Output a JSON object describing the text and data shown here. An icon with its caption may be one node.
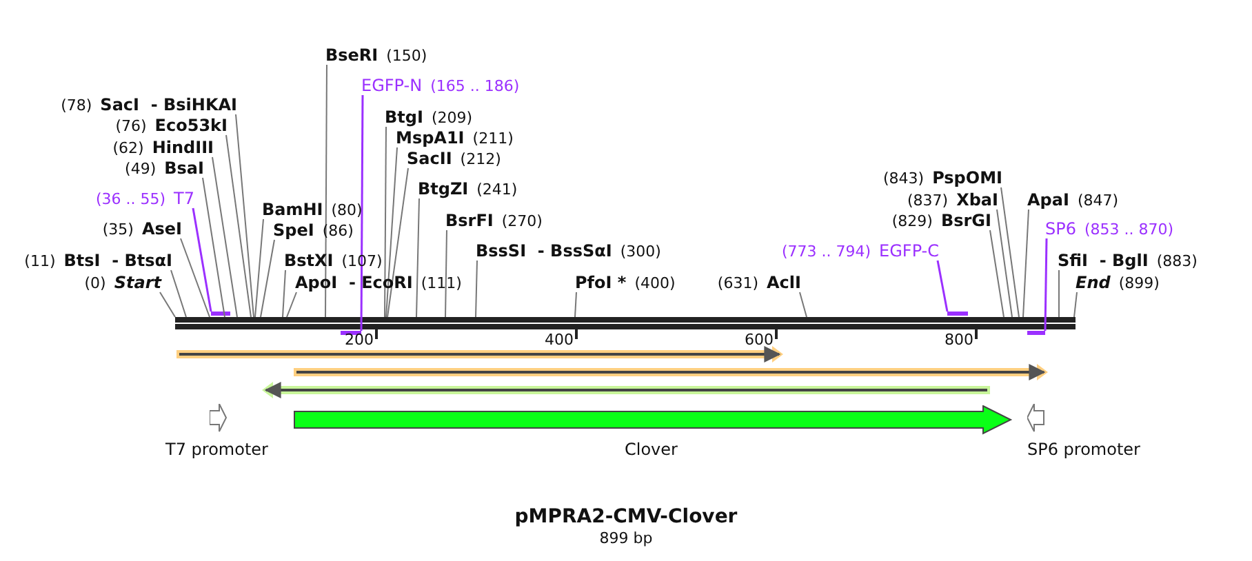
{
  "diagram": {
    "title": "pMPRA2-CMV-Clover",
    "caption": "899 bp",
    "nodes": [
      {
        "text": [
          "BseRI"
        ],
        "beside": [
          "(150)"
        ]
      },
      {
        "text": [
          "EGFP-N"
        ],
        "beside": [
          "(165 .. 186)"
        ]
      },
      {
        "text": [
          "SacI  - BsiHKAI"
        ],
        "beside": [
          "(78)"
        ]
      },
      {
        "text": [
          "Eco53kI"
        ],
        "beside": [
          "(76)"
        ]
      },
      {
        "text": [
          "BtgI"
        ],
        "beside": [
          "(209)"
        ]
      },
      {
        "text": [
          "HindIII"
        ],
        "beside": [
          "(62)"
        ]
      },
      {
        "text": [
          "MspA1I"
        ],
        "beside": [
          "(211)"
        ]
      },
      {
        "text": [
          "SacII"
        ],
        "beside": [
          "(212)"
        ]
      },
      {
        "text": [
          "BsaI"
        ],
        "beside": [
          "(49)"
        ]
      },
      {
        "text": [
          "PspOMI"
        ],
        "beside": [
          "(843)"
        ]
      },
      {
        "text": [
          "BtgZI"
        ],
        "beside": [
          "(241)"
        ]
      },
      {
        "text": [
          "T7"
        ],
        "beside": [
          "(36 .. 55)"
        ]
      },
      {
        "text": [
          "XbaI"
        ],
        "beside": [
          "(837)"
        ]
      },
      {
        "text": [
          "ApaI"
        ],
        "beside": [
          "(847)"
        ]
      },
      {
        "text": [
          "BamHI"
        ],
        "beside": [
          "(80)"
        ]
      },
      {
        "text": [
          "BsrFI"
        ],
        "beside": [
          "(270)"
        ]
      },
      {
        "text": [
          "BsrGI"
        ],
        "beside": [
          "(829)"
        ]
      },
      {
        "text": [
          "AseI"
        ],
        "beside": [
          "(35)"
        ]
      },
      {
        "text": [
          "SpeI"
        ],
        "beside": [
          "(86)"
        ]
      },
      {
        "text": [
          "SP6"
        ],
        "beside": [
          "(853 .. 870)"
        ]
      },
      {
        "text": [
          "BssSI  - BssSαI"
        ],
        "beside": [
          "(300)"
        ]
      },
      {
        "text": [
          "EGFP-C"
        ],
        "beside": [
          "(773 .. 794)"
        ]
      },
      {
        "text": [
          "BtsI  - BtsαI"
        ],
        "beside": [
          "(11)"
        ]
      },
      {
        "text": [
          "BstXI"
        ],
        "beside": [
          "(107)"
        ]
      },
      {
        "text": [
          "SfiI  - BglI"
        ],
        "beside": [
          "(883)"
        ]
      },
      {
        "text": [
          "Start"
        ],
        "beside": [
          "(0)"
        ]
      },
      {
        "text": [
          "ApoI  - EcoRI"
        ],
        "beside": [
          "(111)"
        ]
      },
      {
        "text": [
          "PfoI *"
        ],
        "beside": [
          "(400)"
        ]
      },
      {
        "text": [
          "AclI"
        ],
        "beside": [
          "(631)"
        ]
      },
      {
        "text": [
          "End"
        ],
        "beside": [
          "(899)"
        ]
      },
      {
        "text": [],
        "shape": "bar"
      },
      {
        "text": [],
        "shape": "bar"
      },
      {
        "text": [],
        "shape": "bar"
      },
      {
        "text": [],
        "shape": "bar"
      },
      {
        "text": [],
        "shape": "bar"
      },
      {
        "text": [
          "T7 promoter"
        ]
      },
      {
        "text": [
          "Clover"
        ]
      },
      {
        "text": [
          "SP6 promoter"
        ]
      },
      {
        "text": [],
        "shape": "arrow"
      },
      {
        "text": [],
        "shape": "arrow"
      },
      {
        "text": [],
        "shape": "arrow"
      }
    ],
    "edges": [
      {
        "from": 0,
        "to": 30,
        "arrow": "none"
      },
      {
        "from": 1,
        "to": 32,
        "arrow": "none",
        "color": "#9b30ff"
      },
      {
        "from": 2,
        "to": 30,
        "arrow": "none"
      },
      {
        "from": 3,
        "to": 30,
        "arrow": "none"
      },
      {
        "from": 4,
        "to": 30,
        "arrow": "none"
      },
      {
        "from": 5,
        "to": 30,
        "arrow": "none"
      },
      {
        "from": 6,
        "to": 30,
        "arrow": "none"
      },
      {
        "from": 7,
        "to": 30,
        "arrow": "none"
      },
      {
        "from": 8,
        "to": 30,
        "arrow": "none"
      },
      {
        "from": 9,
        "to": 30,
        "arrow": "none"
      },
      {
        "from": 10,
        "to": 30,
        "arrow": "none"
      },
      {
        "from": 11,
        "to": 31,
        "arrow": "none",
        "color": "#9b30ff"
      },
      {
        "from": 12,
        "to": 30,
        "arrow": "none"
      },
      {
        "from": 13,
        "to": 30,
        "arrow": "none"
      },
      {
        "from": 14,
        "to": 30,
        "arrow": "none"
      },
      {
        "from": 15,
        "to": 30,
        "arrow": "none"
      },
      {
        "from": 16,
        "to": 30,
        "arrow": "none"
      },
      {
        "from": 17,
        "to": 30,
        "arrow": "none"
      },
      {
        "from": 18,
        "to": 30,
        "arrow": "none"
      },
      {
        "from": 19,
        "to": 34,
        "arrow": "none",
        "color": "#9b30ff"
      },
      {
        "from": 20,
        "to": 30,
        "arrow": "none"
      },
      {
        "from": 21,
        "to": 33,
        "arrow": "none",
        "color": "#9b30ff"
      },
      {
        "from": 22,
        "to": 30,
        "arrow": "none"
      },
      {
        "from": 23,
        "to": 30,
        "arrow": "none"
      },
      {
        "from": 24,
        "to": 30,
        "arrow": "none"
      },
      {
        "from": 25,
        "to": 30,
        "arrow": "none"
      },
      {
        "from": 26,
        "to": 30,
        "arrow": "none"
      },
      {
        "from": 27,
        "to": 30,
        "arrow": "none"
      },
      {
        "from": 28,
        "to": 30,
        "arrow": "none"
      },
      {
        "from": 29,
        "to": 30,
        "arrow": "none"
      }
    ],
    "labels": [
      "200",
      "400",
      "600",
      "800"
    ]
  }
}
